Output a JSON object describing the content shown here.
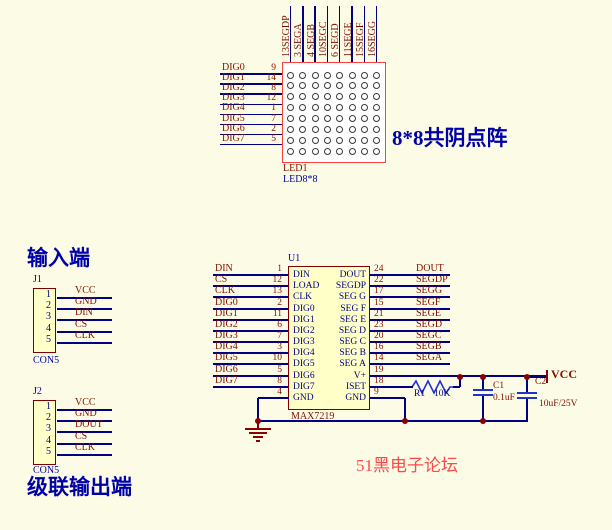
{
  "titles": {
    "input": "输入端",
    "cascade": "级联输出端",
    "matrix": "8*8共阴点阵",
    "watermark": "51黑电子论坛"
  },
  "matrix": {
    "ref": "LED1",
    "part": "LED8*8",
    "rows": 8,
    "cols": 8,
    "top_pins": [
      "13SEGDP",
      "3 SEGA",
      "4 SEGB",
      "10SEGC",
      "6 SEGD",
      "11SEGE",
      "15SEGF",
      "16SEGG"
    ],
    "left_pins": [
      {
        "label": "DIG0",
        "num": "9"
      },
      {
        "label": "DIG1",
        "num": "14"
      },
      {
        "label": "DIG2",
        "num": "8"
      },
      {
        "label": "DIG3",
        "num": "12"
      },
      {
        "label": "DIG4",
        "num": "1"
      },
      {
        "label": "DIG5",
        "num": "7"
      },
      {
        "label": "DIG6",
        "num": "2"
      },
      {
        "label": "DIG7",
        "num": "5"
      }
    ]
  },
  "u1": {
    "ref": "U1",
    "part": "MAX7219",
    "left_pins": [
      {
        "label": "DIN",
        "num": "1",
        "pin": "DIN"
      },
      {
        "label": "CS",
        "num": "12",
        "pin": "LOAD"
      },
      {
        "label": "CLK",
        "num": "13",
        "pin": "CLK"
      },
      {
        "label": "DIG0",
        "num": "2",
        "pin": "DIG0"
      },
      {
        "label": "DIG1",
        "num": "11",
        "pin": "DIG1"
      },
      {
        "label": "DIG2",
        "num": "6",
        "pin": "DIG2"
      },
      {
        "label": "DIG3",
        "num": "7",
        "pin": "DIG3"
      },
      {
        "label": "DIG4",
        "num": "3",
        "pin": "DIG4"
      },
      {
        "label": "DIG5",
        "num": "10",
        "pin": "DIG5"
      },
      {
        "label": "DIG6",
        "num": "5",
        "pin": "DIG6"
      },
      {
        "label": "DIG7",
        "num": "8",
        "pin": "DIG7"
      },
      {
        "label": "",
        "num": "4",
        "pin": "GND"
      }
    ],
    "right_pins": [
      {
        "pin": "DOUT",
        "num": "24",
        "label": "DOUT"
      },
      {
        "pin": "SEGDP",
        "num": "22",
        "label": "SEGDP"
      },
      {
        "pin": "SEG G",
        "num": "17",
        "label": "SEGG"
      },
      {
        "pin": "SEG F",
        "num": "15",
        "label": "SEGF"
      },
      {
        "pin": "SEG E",
        "num": "21",
        "label": "SEGE"
      },
      {
        "pin": "SEG D",
        "num": "23",
        "label": "SEGD"
      },
      {
        "pin": "SEG C",
        "num": "20",
        "label": "SEGC"
      },
      {
        "pin": "SEG B",
        "num": "16",
        "label": "SEGB"
      },
      {
        "pin": "SEG A",
        "num": "14",
        "label": "SEGA"
      },
      {
        "pin": "V+",
        "num": "19",
        "label": ""
      },
      {
        "pin": "ISET",
        "num": "18",
        "label": ""
      },
      {
        "pin": "GND",
        "num": "9",
        "label": ""
      }
    ]
  },
  "j1": {
    "ref": "J1",
    "part": "CON5",
    "pins": [
      {
        "num": "1",
        "label": "VCC"
      },
      {
        "num": "2",
        "label": "GND"
      },
      {
        "num": "3",
        "label": "DIN"
      },
      {
        "num": "4",
        "label": "CS"
      },
      {
        "num": "5",
        "label": "CLK"
      }
    ]
  },
  "j2": {
    "ref": "J2",
    "part": "CON5",
    "pins": [
      {
        "num": "1",
        "label": "VCC"
      },
      {
        "num": "2",
        "label": "GND"
      },
      {
        "num": "3",
        "label": "DOUT"
      },
      {
        "num": "4",
        "label": "CS"
      },
      {
        "num": "5",
        "label": "CLK"
      }
    ]
  },
  "r1": {
    "ref": "R1",
    "value": "10K"
  },
  "c1": {
    "ref": "C1",
    "value": "0.1uF"
  },
  "c2": {
    "ref": "C2",
    "value": "10uF/25V"
  },
  "power": {
    "vcc": "VCC"
  },
  "colors": {
    "background": "#FCFCE6",
    "wire": "#000080",
    "net_label": "#801000",
    "pin_number": "#801000",
    "pin_name": "#000080",
    "designator": "#0000A0",
    "component_fill": "#FFFFC8",
    "component_border": "#800000",
    "matrix_border": "#FF4040",
    "junction": "#8B0000",
    "title_blue": "#0000A8",
    "watermark_red": "#FF4848"
  }
}
